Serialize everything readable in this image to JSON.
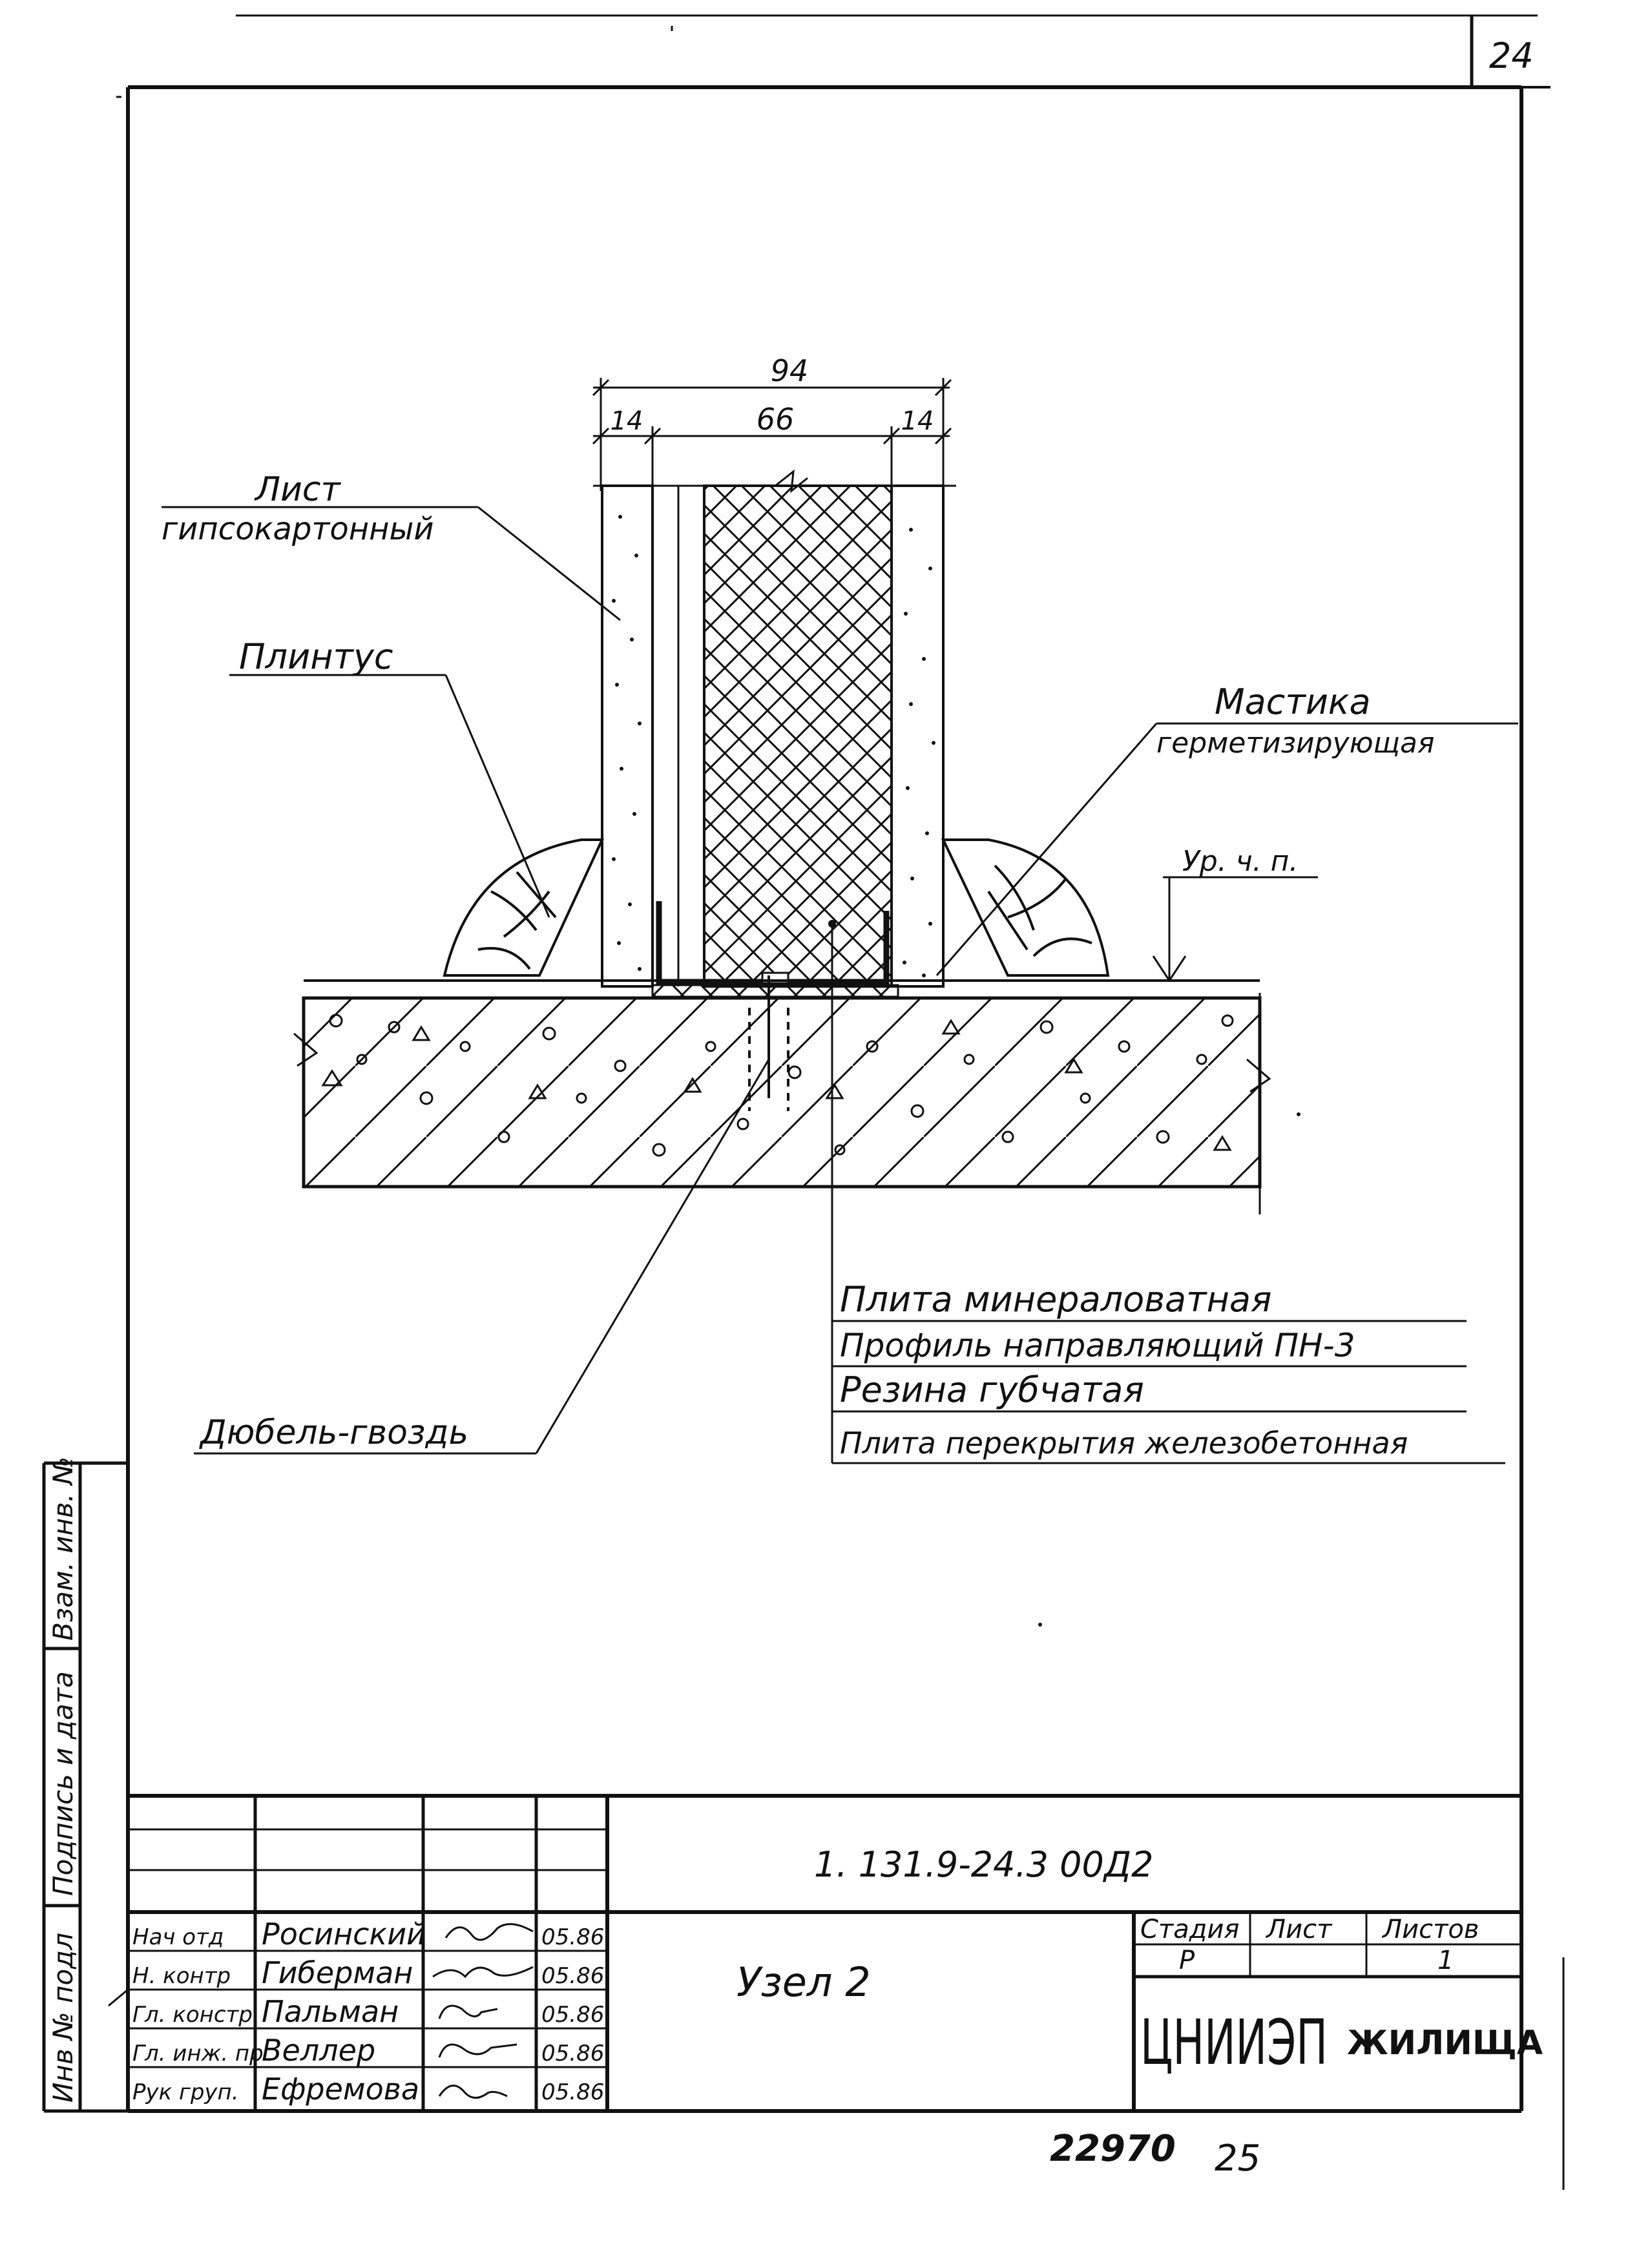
{
  "sheet_number": "24",
  "dimensions": {
    "total": "94",
    "left": "14",
    "middle": "66",
    "right": "14"
  },
  "callouts": {
    "gypsum_line1": "Лист",
    "gypsum_line2": "гипсокартонный",
    "plinth": "Плинтус",
    "mastic_line1": "Мастика",
    "mastic_line2": "герметизирующая",
    "floor_level": "Ур. ч. п.",
    "mineral_slab": "Плита минераловатная",
    "guide_profile": "Профиль направляющий ПН-3",
    "sponge_rubber": "Резина губчатая",
    "floor_slab": "Плита перекрытия железобетонная",
    "dowel_nail": "Дюбель-гвоздь"
  },
  "side_stamp": {
    "col1": "Инв № подл",
    "col2": "Подпись и дата",
    "col3": "Взам. инв. №"
  },
  "title_block": {
    "document_code": "1. 131.9-24.3   00Д2",
    "title": "Узел 2",
    "stage_header": "Стадия",
    "sheet_header": "Лист",
    "sheets_header": "Листов",
    "stage_value": "Р",
    "sheet_value": "",
    "sheets_value": "1",
    "org_main": "ЦНИИЭП",
    "org_sub": "ЖИЛИЩА",
    "staff": [
      {
        "role": "Нач отд",
        "name": "Росинский",
        "date": "05.86"
      },
      {
        "role": "Н. контр",
        "name": "Гиберман",
        "date": "05.86"
      },
      {
        "role": "Гл. констр",
        "name": "Пальман",
        "date": "05.86"
      },
      {
        "role": "Гл. инж. пр",
        "name": "Веллер",
        "date": "05.86"
      },
      {
        "role": "Рук груп.",
        "name": "Ефремова",
        "date": "05.86"
      }
    ]
  },
  "footer": {
    "archive_no": "22970",
    "page": "25"
  }
}
